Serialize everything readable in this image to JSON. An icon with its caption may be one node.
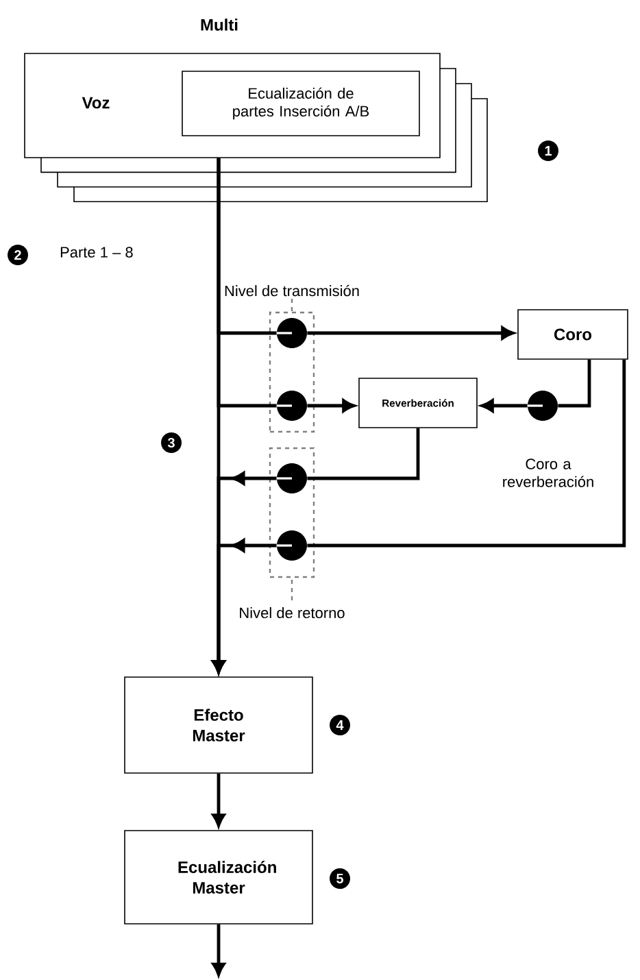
{
  "diagram": {
    "title": "Multi",
    "nodes": [
      {
        "text": [
          "Voz"
        ]
      },
      {
        "text": [
          "Ecualización de partes Inserción A/B"
        ],
        "in": 0
      },
      {
        "text": [
          "Nivel de transmisión"
        ]
      },
      {
        "text": [],
        "shape": "circle",
        "in": 2
      },
      {
        "text": [],
        "shape": "circle",
        "in": 2
      },
      {
        "text": [
          "Coro"
        ]
      },
      {
        "text": [
          "Reverberación"
        ]
      },
      {
        "text": [],
        "shape": "circle",
        "beside": [
          "Coro a reverberación"
        ]
      },
      {
        "text": [
          "Nivel de retorno"
        ]
      },
      {
        "text": [],
        "shape": "circle",
        "in": 8
      },
      {
        "text": [],
        "shape": "circle",
        "in": 8
      },
      {
        "text": [
          "Efecto Master"
        ]
      },
      {
        "text": [
          "Ecualización Master"
        ]
      }
    ],
    "edges": [
      {
        "from": 0,
        "to": 11,
        "arrow": "to"
      },
      {
        "from": 0,
        "to": 3,
        "arrow": "none"
      },
      {
        "from": 0,
        "to": 4,
        "arrow": "none"
      },
      {
        "from": 3,
        "to": 5,
        "arrow": "to"
      },
      {
        "from": 4,
        "to": 6,
        "arrow": "to"
      },
      {
        "from": 5,
        "to": 7,
        "arrow": "none"
      },
      {
        "from": 7,
        "to": 6,
        "arrow": "to"
      },
      {
        "from": 6,
        "to": 9,
        "arrow": "none"
      },
      {
        "from": 9,
        "to": 11,
        "arrow": "to"
      },
      {
        "from": 5,
        "to": 10,
        "arrow": "none"
      },
      {
        "from": 10,
        "to": 11,
        "arrow": "to"
      },
      {
        "from": 11,
        "to": 12,
        "arrow": "to"
      },
      {
        "from": 12,
        "to": null,
        "arrow": "to"
      }
    ],
    "labels": [
      "1",
      "2",
      "Parte 1 – 8",
      "3",
      "4",
      "5"
    ]
  }
}
